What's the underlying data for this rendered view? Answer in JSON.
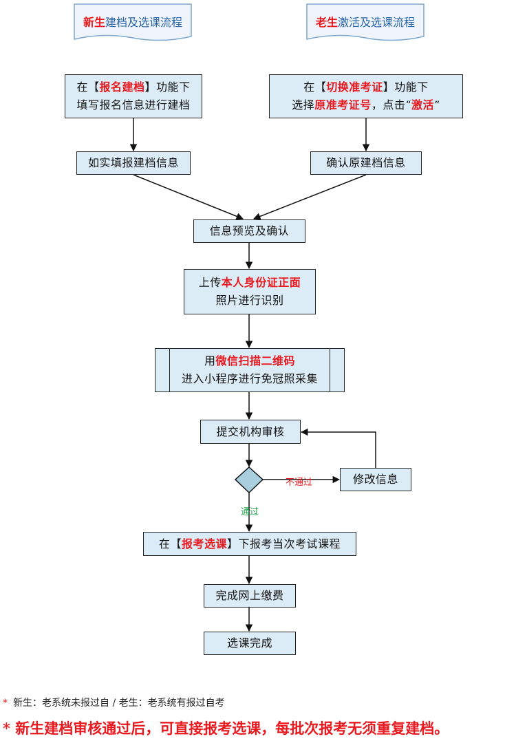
{
  "headers": {
    "new": {
      "hl": "新生",
      "rest": "建档及选课流程"
    },
    "old": {
      "hl": "老生",
      "rest": "激活及选课流程"
    }
  },
  "nodes": {
    "n1": {
      "l1_a": "在【",
      "l1_hl": "报名建档",
      "l1_b": "】功能下",
      "l2": "填写报名信息进行建档"
    },
    "n2": {
      "l1_a": "在【",
      "l1_hl": "切换准考证",
      "l1_b": "】功能下",
      "l2_a": "选择",
      "l2_hl": "原准考证号",
      "l2_b": "，点击“",
      "l2_hl2": "激活",
      "l2_c": "”"
    },
    "n3": "如实填报建档信息",
    "n4": "确认原建档信息",
    "n5": "信息预览及确认",
    "n6": {
      "l1_a": "上传",
      "l1_hl": "本人身份证正面",
      "l2": "照片进行识别"
    },
    "n7": {
      "l1_a": "用",
      "l1_hl": "微信扫描二维码",
      "l2": "进入小程序进行免冠照采集"
    },
    "n8": "提交机构审核",
    "n9": "修改信息",
    "n10": {
      "a": "在【",
      "hl": "报考选课",
      "b": "】下报考当次考试课程"
    },
    "n11": "完成网上缴费",
    "n12": "选课完成"
  },
  "labels": {
    "fail": "不通过",
    "pass": "通过"
  },
  "notes": {
    "star": "*",
    "line1": "新生：老系统未报过自 / 老生：老系统有报过自考",
    "line2": "* 新生建档审核通过后，可直接报考选课，每批次报考无须重复建档。"
  },
  "colors": {
    "box": "#dcecf6",
    "highlight": "#e8191f",
    "pass": "#1aa34a",
    "fail": "#e8191f",
    "header_text": "#2a66a8"
  }
}
